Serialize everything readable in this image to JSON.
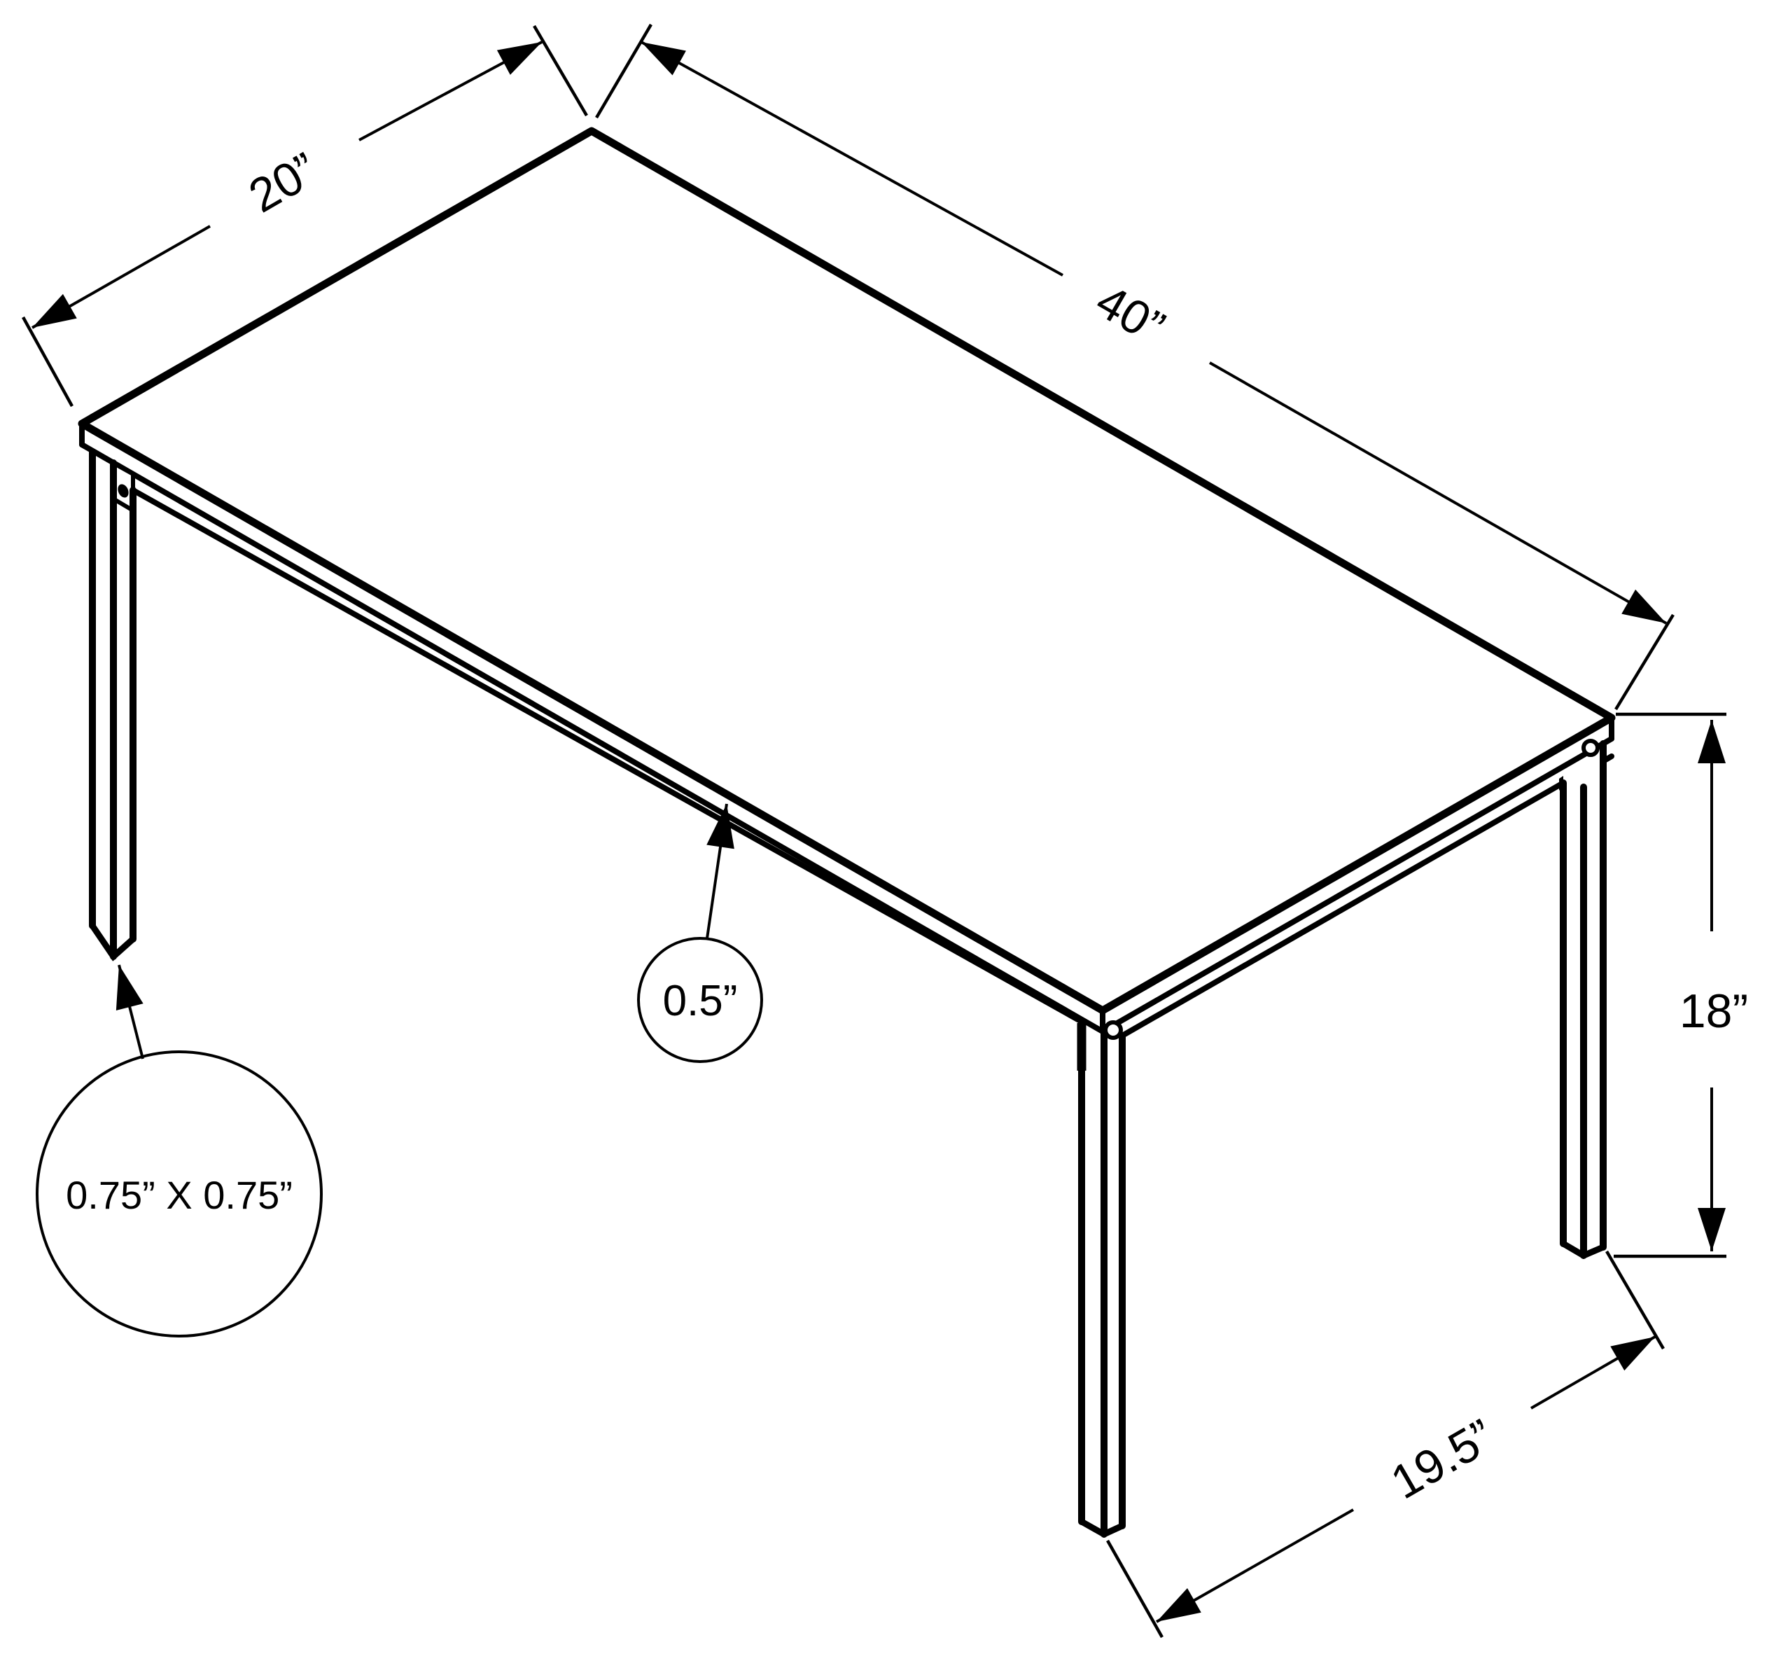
{
  "diagram": {
    "labels": {
      "top_depth": "20”",
      "top_width": "40”",
      "top_thickness": "0.5”",
      "leg_cross_section": "0.75” X 0.75”",
      "overall_height": "18”",
      "leg_length": "19.5”"
    },
    "colors": {
      "line": "#000000",
      "background": "#ffffff"
    }
  }
}
